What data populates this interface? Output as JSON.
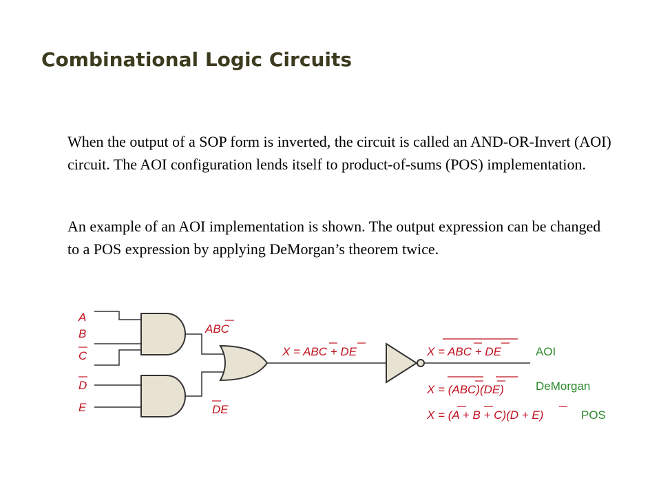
{
  "title": "Combinational Logic Circuits",
  "paragraphs": [
    "When the output of a SOP form is inverted, the circuit is called an AND-OR-Invert (AOI) circuit. The AOI configuration lends itself to product-of-sums (POS) implementation.",
    "An example of an AOI implementation is shown. The output  expression can be changed to a POS expression by applying DeMorgan’s theorem twice."
  ],
  "diagram": {
    "inputs": {
      "a": "A",
      "b": "B",
      "c": "C",
      "d": "D",
      "e": "E"
    },
    "intermediate": {
      "abc": "ABC",
      "de": "DE"
    },
    "or_output": "X = ABC + DE",
    "expressions": {
      "aoi": "X = ABC + DE",
      "demorgan": "X = (ABC)(DE)",
      "pos": "X = (A + B + C)(D + E)"
    },
    "tags": {
      "aoi": "AOI",
      "demorgan": "DeMorgan",
      "pos": "POS"
    },
    "colors": {
      "title": "#3d3b1f",
      "labels": "#c0111f",
      "tags": "#2c8a2c",
      "gate_fill": "#e8e2d2"
    }
  }
}
